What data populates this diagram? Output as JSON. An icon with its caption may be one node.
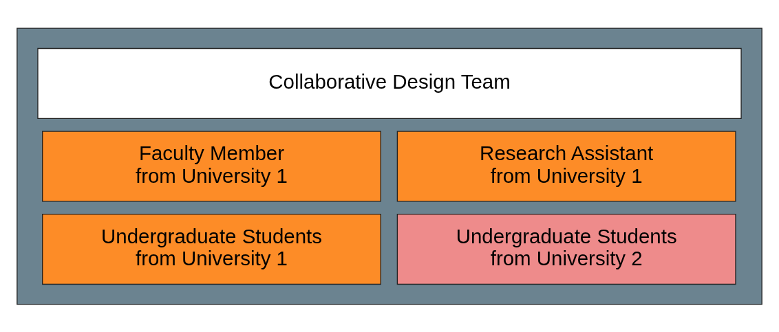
{
  "diagram": {
    "nodes": [
      {
        "text": [],
        "shape": "box"
      },
      {
        "text": [
          "Collaborative Design Team"
        ],
        "in": 0
      },
      {
        "text": [
          "Faculty Member from University 1"
        ],
        "in": 0
      },
      {
        "text": [
          "Research Assistant from University 1"
        ],
        "in": 0
      },
      {
        "text": [
          "Undergraduate Students from University 1"
        ],
        "in": 0
      },
      {
        "text": [
          "Undergraduate Students from University 2"
        ],
        "in": 0
      }
    ]
  }
}
